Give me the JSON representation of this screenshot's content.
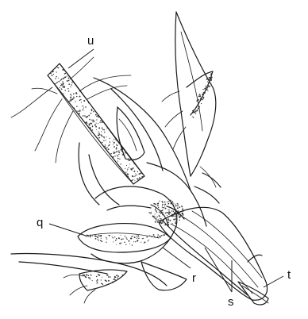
{
  "labels": {
    "u": "u",
    "q": "q",
    "r": "r",
    "s": "s",
    "t": "t"
  }
}
